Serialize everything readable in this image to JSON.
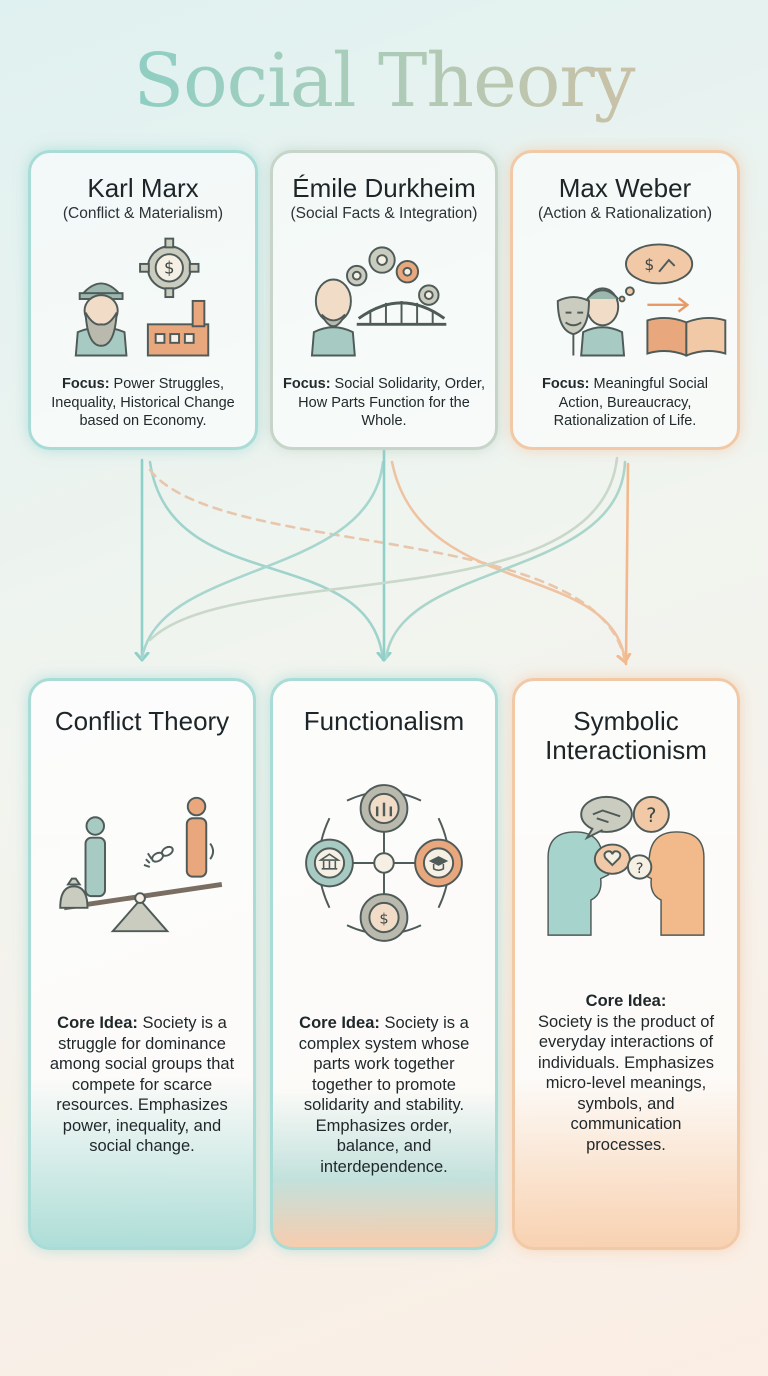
{
  "title": "Social Theory",
  "theorists": [
    {
      "name": "Karl Marx",
      "subtitle": "(Conflict & Materialism)",
      "focus_label": "Focus:",
      "focus_text": " Power Struggles, Inequality, Historical Change based on Economy.",
      "icons": [
        "bearded-man-icon",
        "dollar-gear-icon",
        "factory-icon"
      ]
    },
    {
      "name": "Émile Durkheim",
      "subtitle": "(Social Facts & Integration)",
      "focus_label": "Focus:",
      "focus_text": " Social Solidarity, Order, How Parts Function for the Whole.",
      "icons": [
        "bald-man-icon",
        "gears-icon",
        "bridge-icon"
      ]
    },
    {
      "name": "Max Weber",
      "subtitle": "(Action & Rationalization)",
      "focus_label": "Focus:",
      "focus_text": " Meaningful Social Action, Bureaucracy, Rationalization of Life.",
      "icons": [
        "mask-icon",
        "man-icon",
        "thought-bubble-icon",
        "arrow-icon",
        "book-icon"
      ]
    }
  ],
  "theories": [
    {
      "name": "Conflict Theory",
      "core_label": "Core Idea:",
      "core_text": " Society is a struggle for dominance among social groups that compete for scarce resources. Emphasizes power, inequality, and social change.",
      "icons": [
        "seesaw-icon",
        "money-bag-icon",
        "broken-chain-icon"
      ]
    },
    {
      "name": "Functionalism",
      "core_label": "Core Idea:",
      "core_text": " Society is a complex system whose parts work together together to promote solidarity and stability. Emphasizes order, balance, and interdependence.",
      "icons": [
        "family-gear-icon",
        "government-gear-icon",
        "education-gear-icon",
        "economy-gear-icon"
      ]
    },
    {
      "name": "Symbolic Interactionism",
      "core_label": "Core Idea:",
      "core_text": "Society is the product of everyday interactions of individuals. Emphasizes micro-level meanings, symbols, and communication processes.",
      "icons": [
        "head-profile-icon",
        "handshake-bubble-icon",
        "question-bubble-icon",
        "heart-bubble-icon"
      ]
    }
  ],
  "colors": {
    "teal": "#8fd0c9",
    "peach": "#f3b98c",
    "gear": "#a9b1a4",
    "ink": "#4f5b58",
    "skin": "#e9a57c"
  },
  "connections": [
    {
      "from": "Karl Marx",
      "to": "Conflict Theory",
      "style": "solid"
    },
    {
      "from": "Karl Marx",
      "to": "Functionalism",
      "style": "solid"
    },
    {
      "from": "Karl Marx",
      "to": "Symbolic Interactionism",
      "style": "dashed"
    },
    {
      "from": "Émile Durkheim",
      "to": "Conflict Theory",
      "style": "solid"
    },
    {
      "from": "Émile Durkheim",
      "to": "Functionalism",
      "style": "solid"
    },
    {
      "from": "Émile Durkheim",
      "to": "Symbolic Interactionism",
      "style": "solid"
    },
    {
      "from": "Max Weber",
      "to": "Functionalism",
      "style": "solid"
    },
    {
      "from": "Max Weber",
      "to": "Conflict Theory",
      "style": "solid"
    }
  ]
}
